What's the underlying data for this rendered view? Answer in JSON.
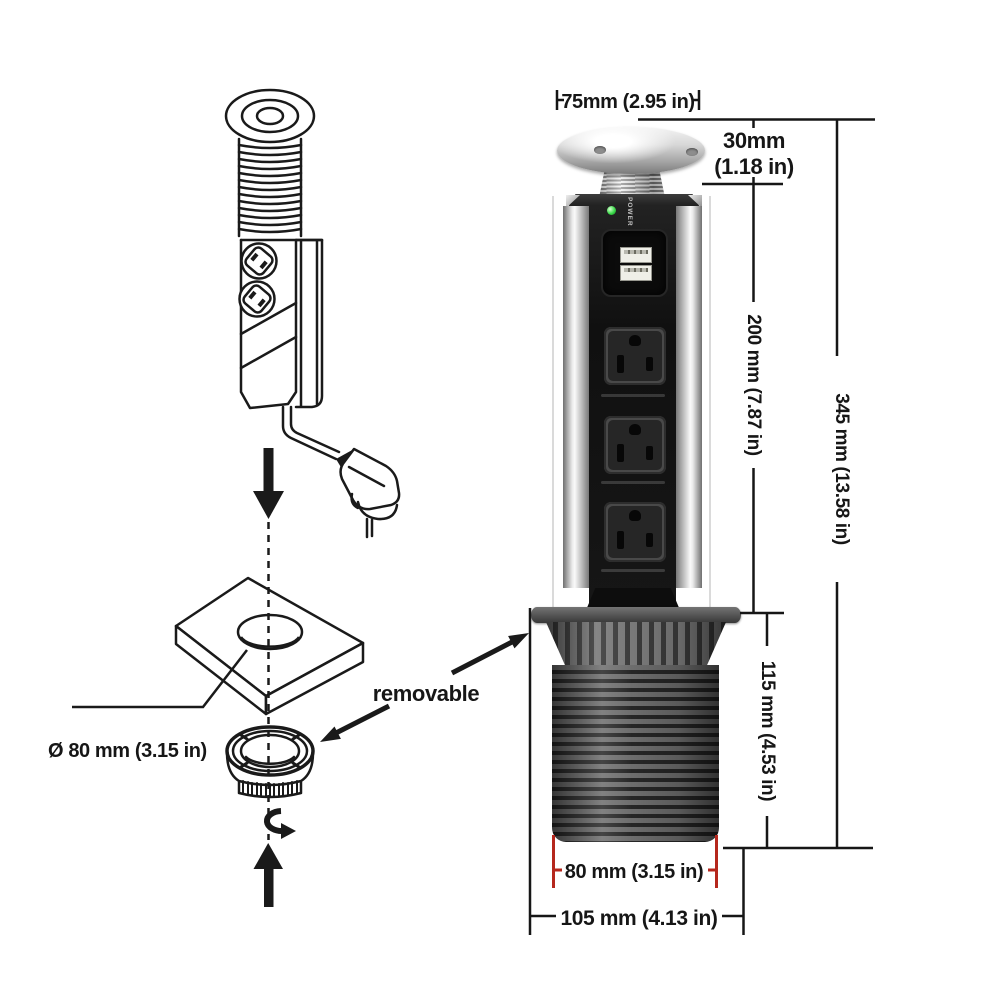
{
  "product_view": {
    "left_diagram": {
      "labels": {
        "hole_diameter": "Ø 80 mm (3.15 in)",
        "removable": "removable"
      }
    },
    "photo": {
      "power_led_label": "POWER",
      "outlet_count": 3,
      "usb_port_count": 2
    },
    "dimensions": {
      "top_width": "75mm (2.95 in)",
      "cap_height_mm": "30mm",
      "cap_height_in": "(1.18 in)",
      "upper_height": "200 mm (7.87 in)",
      "total_height": "345 mm (13.58 in)",
      "lower_height": "115 mm (4.53 in)",
      "thread_diameter": "80 mm (3.15 in)",
      "base_width": "105 mm (4.13 in)"
    },
    "colors": {
      "line": "#1a1a1a",
      "red_dimension": "#b5271d",
      "led_green": "#35c946",
      "background": "#ffffff"
    }
  }
}
